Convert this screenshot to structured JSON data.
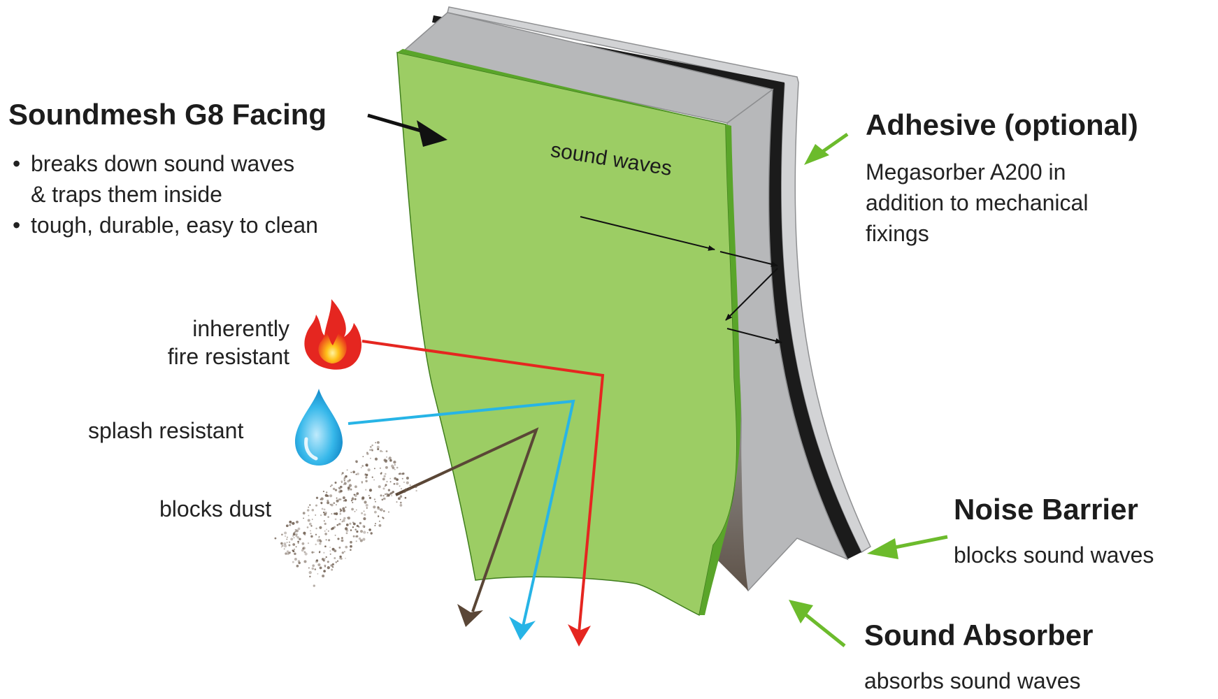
{
  "facing": {
    "title": "Soundmesh G8 Facing",
    "bullets": [
      "breaks down sound waves",
      "& traps them inside",
      "tough, durable, easy to clean"
    ]
  },
  "sound_waves_label": "sound waves",
  "adhesive": {
    "title": "Adhesive (optional)",
    "lines": [
      "Megasorber A200 in",
      "addition to mechanical",
      "fixings"
    ]
  },
  "features": {
    "fire": "inherently\nfire resistant",
    "fire_line1": "inherently",
    "fire_line2": "fire resistant",
    "splash": "splash resistant",
    "dust": "blocks dust"
  },
  "noise_barrier": {
    "title": "Noise Barrier",
    "desc": "blocks sound waves"
  },
  "sound_absorber": {
    "title": "Sound Absorber",
    "desc": "absorbs sound waves"
  },
  "colors": {
    "facing_green": "#9ccd64",
    "facing_edge": "#5aa52a",
    "absorber_grey": "#b7b8ba",
    "barrier_black": "#1b1b1b",
    "adhesive_grey": "#d2d3d5",
    "arrow_green": "#6cbb2c",
    "fire_red": "#e52620",
    "water_blue": "#27b4e6",
    "dust_brown": "#5a4636"
  }
}
